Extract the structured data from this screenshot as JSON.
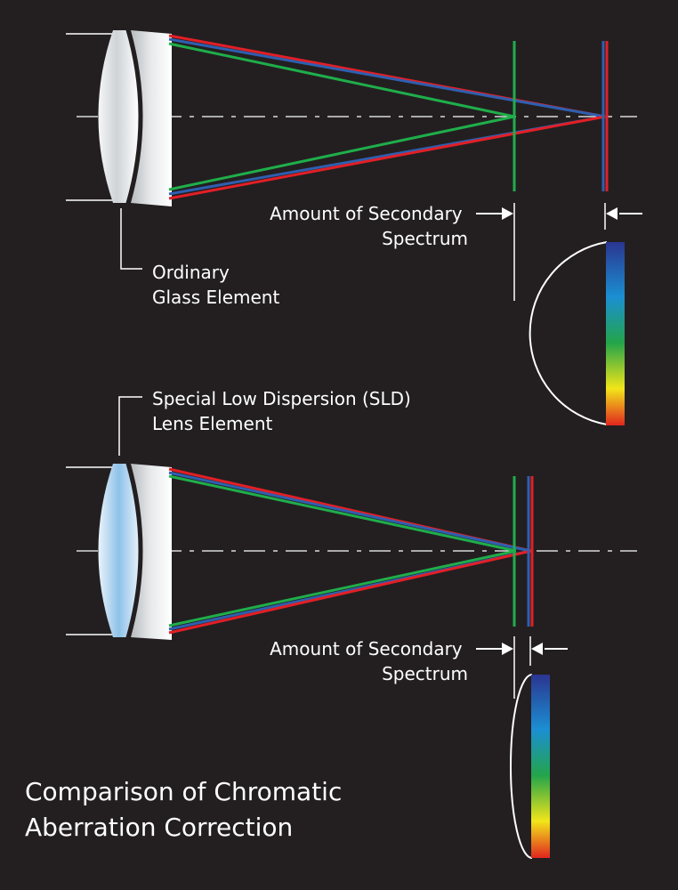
{
  "title_lines": [
    "Comparison of Chromatic",
    "Aberration Correction"
  ],
  "ordinary": {
    "element_label_lines": [
      "Ordinary",
      "Glass Element"
    ],
    "secondary_label_lines": [
      "Amount of Secondary",
      "Spectrum"
    ]
  },
  "sld": {
    "element_label_lines": [
      "Special Low Dispersion (SLD)",
      "Lens Element"
    ],
    "secondary_label_lines": [
      "Amount of Secondary",
      "Spectrum"
    ]
  },
  "colors": {
    "background": "#231f20",
    "red": "#e21f26",
    "green": "#1fae4b",
    "blue": "#2e5fb0",
    "white": "#ffffff"
  }
}
